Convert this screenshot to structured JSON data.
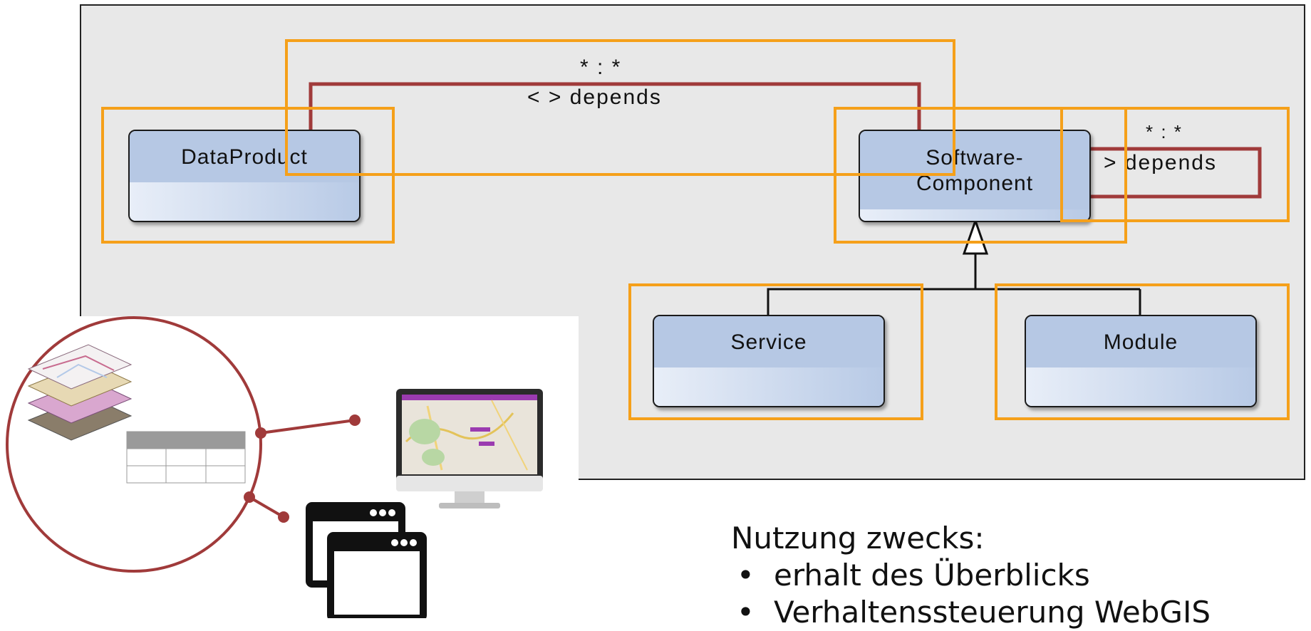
{
  "classes": {
    "dataproduct": "DataProduct",
    "software_line1": "Software-",
    "software_line2": "Component",
    "service": "Service",
    "module": "Module"
  },
  "associations": {
    "top_multiplicity": "* : *",
    "top_label": "< > depends",
    "self_multiplicity": "* : *",
    "self_label": "> depends"
  },
  "text": {
    "heading": "Nutzung zwecks:",
    "bullets": [
      "erhalt des Überblicks",
      "Verhaltenssteuerung WebGIS"
    ]
  },
  "colors": {
    "highlight": "#f5a01a",
    "association": "#a03a3a",
    "class_fill": "#b6c8e4"
  }
}
